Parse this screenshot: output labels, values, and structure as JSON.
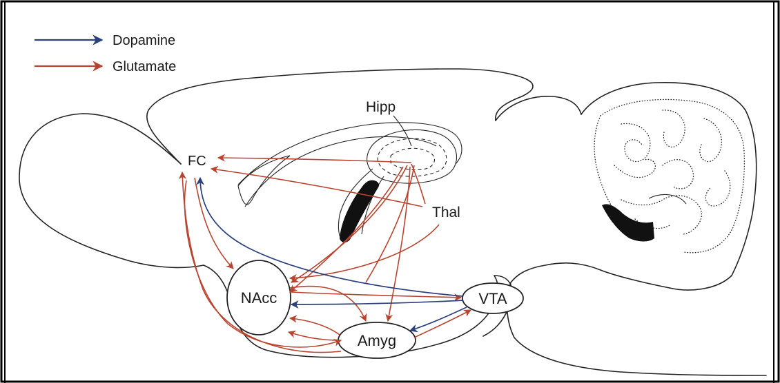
{
  "legend": {
    "items": [
      {
        "label": "Dopamine",
        "color": "#2b3f7a"
      },
      {
        "label": "Glutamate",
        "color": "#b8442f"
      }
    ]
  },
  "regions": {
    "hipp": "Hipp",
    "fc": "FC",
    "thal": "Thal",
    "nacc": "NAcc",
    "vta": "VTA",
    "amyg": "Amyg"
  },
  "colors": {
    "dopamine": "#2b3f7a",
    "glutamate": "#b8442f",
    "outline": "#222222",
    "frame": "#000000"
  }
}
